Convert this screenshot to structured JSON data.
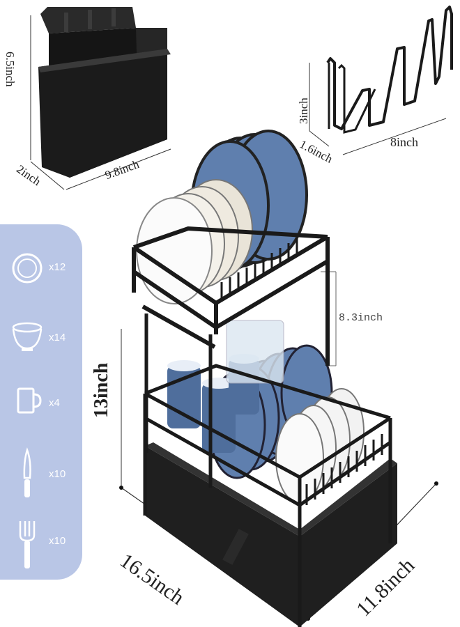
{
  "dimensions": {
    "holder_height": "6.5inch",
    "holder_depth": "2inch",
    "holder_width": "9.8inch",
    "hook_height": "3inch",
    "hook_depth": "1.6inch",
    "hook_width": "8inch",
    "tier_gap": "8.3inch",
    "rack_height": "13inch",
    "rack_width": "16.5inch",
    "rack_depth": "11.8inch"
  },
  "capacity": [
    {
      "icon": "plate-icon",
      "count": "x12"
    },
    {
      "icon": "bowl-icon",
      "count": "x14"
    },
    {
      "icon": "cup-icon",
      "count": "x4"
    },
    {
      "icon": "knife-icon",
      "count": "x10"
    },
    {
      "icon": "fork-icon",
      "count": "x10"
    }
  ],
  "colors": {
    "panel": "#b9c6e6",
    "rack": "#1e1e1e",
    "plate_blue": "#5f7fae",
    "plate_white": "#f4f4f4"
  }
}
